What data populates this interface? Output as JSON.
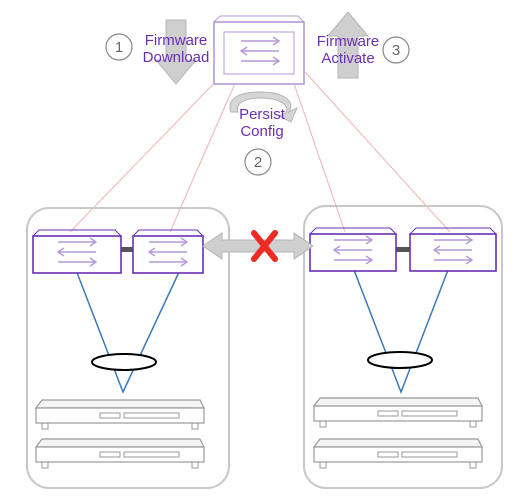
{
  "steps": [
    {
      "number": "1",
      "label_line1": "Firmware",
      "label_line2": "Download"
    },
    {
      "number": "2",
      "label_line1": "Persist",
      "label_line2": "Config"
    },
    {
      "number": "3",
      "label_line1": "Firmware",
      "label_line2": "Activate"
    }
  ],
  "colors": {
    "label_text": "#6b2fb3",
    "switch_border": "#6b2fb3",
    "switch_icon": "#b49ad8",
    "pink_line": "#f2b3b3",
    "blue_line": "#3a78b8",
    "group_border": "#c8c8c8",
    "server_stroke": "#999999",
    "gray_arrow": "#c8c8c8",
    "red_x": "#ee2a24",
    "inter_switch_link": "#555555"
  },
  "icons": [
    "download-arrow-icon",
    "upload-arrow-icon",
    "circular-arrow-icon",
    "switch-icon",
    "server-icon",
    "link-bundle-ellipse-icon",
    "blocked-x-icon",
    "double-headed-arrow-icon"
  ]
}
